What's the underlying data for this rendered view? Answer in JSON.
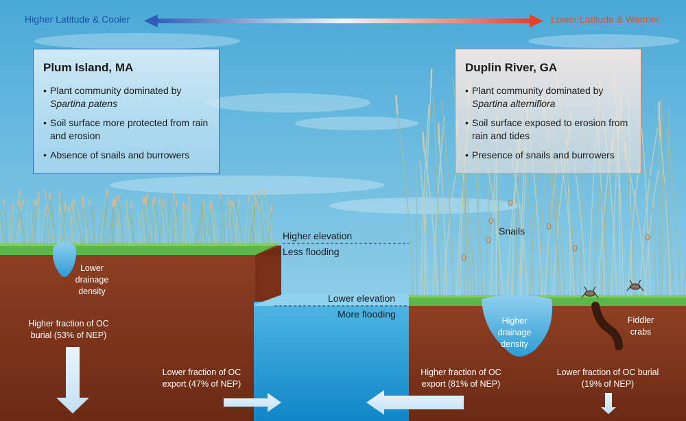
{
  "gradient": {
    "left_label": "Higher Latitude & Cooler",
    "right_label": "Lower Latitude & Warmer",
    "left_color": "#1f4fa8",
    "right_color": "#e2502e"
  },
  "sites": {
    "left": {
      "title": "Plum Island, MA",
      "bullets": [
        {
          "text": "Plant community dominated by",
          "species": "Spartina patens"
        },
        {
          "text": "Soil surface more protected from rain and erosion"
        },
        {
          "text": "Absence of snails and burrowers"
        }
      ]
    },
    "right": {
      "title": "Duplin River, GA",
      "bullets": [
        {
          "text": "Plant community dominated by",
          "species": "Spartina alterniflora"
        },
        {
          "text": "Soil surface exposed to erosion from rain and tides"
        },
        {
          "text": "Presence of snails and burrowers"
        }
      ]
    }
  },
  "elevation": {
    "high": {
      "line1": "Higher elevation",
      "line2": "Less flooding"
    },
    "low": {
      "line1": "Lower elevation",
      "line2": "More flooding"
    }
  },
  "labels": {
    "snails": "Snails",
    "fiddler_crabs": "Fiddler crabs",
    "lower_drainage": "Lower drainage density",
    "higher_drainage": "Higher drainage density",
    "left_burial": "Higher fraction of OC burial (53% of NEP)",
    "left_export": "Lower fraction of OC export (47% of NEP)",
    "right_export": "Higher fraction of OC export (81% of NEP)",
    "right_burial": "Lower fraction of OC burial (19% of NEP)"
  },
  "colors": {
    "sky": "#46a8d6",
    "soil": "#8a3a1e",
    "water": "#1b9ad6",
    "marsh_grass": "#5db64a"
  },
  "icons": [
    "gradient-arrow-icon",
    "snail-icon",
    "fiddler-crab-icon",
    "burrow-icon",
    "flow-arrow-icon"
  ]
}
